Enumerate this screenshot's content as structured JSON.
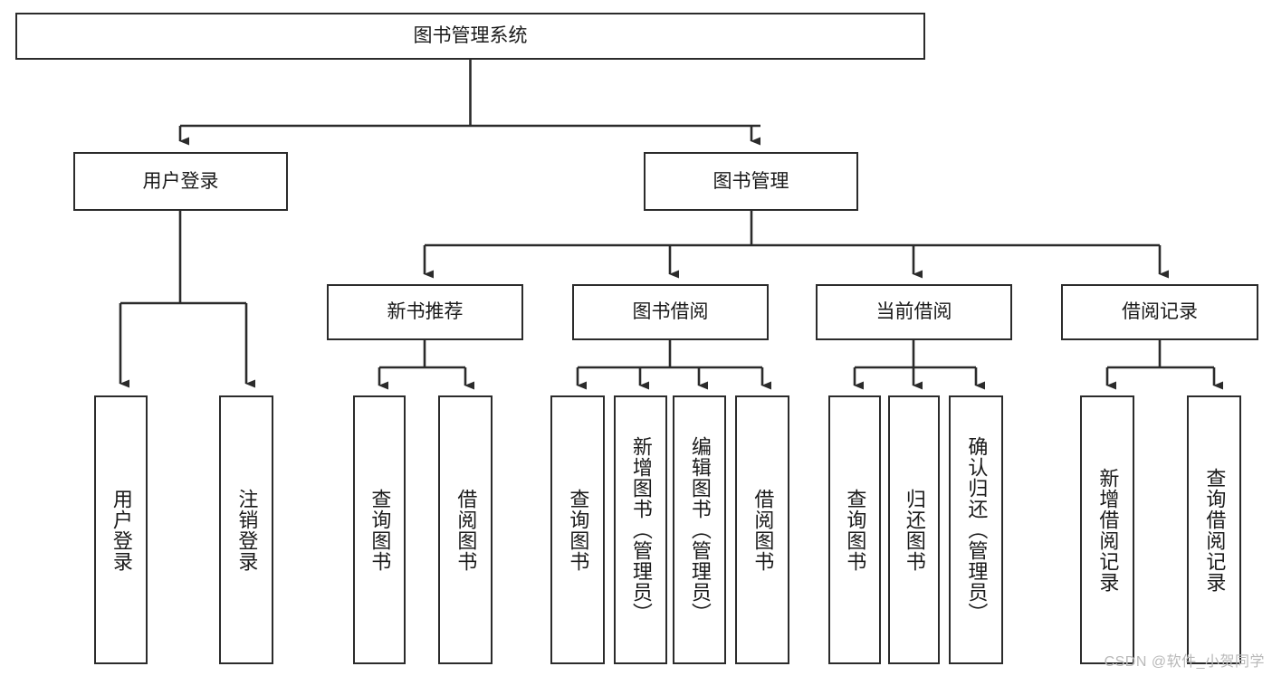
{
  "diagram": {
    "type": "tree-hierarchy",
    "title": "图书管理系统",
    "watermark": "CSDN @软件_小贺同学",
    "colors": {
      "box_border": "#2b2b2b",
      "box_fill": "#ffffff",
      "edge": "#2b2b2b",
      "text": "#1a1a1a",
      "watermark": "#b9b9b9",
      "background": "#ffffff"
    },
    "nodes": {
      "root": {
        "label": "图书管理系统"
      },
      "level2": [
        {
          "id": "user-login",
          "label": "用户登录"
        },
        {
          "id": "book-manage",
          "label": "图书管理"
        }
      ],
      "level3": [
        {
          "id": "new-book-rec",
          "label": "新书推荐"
        },
        {
          "id": "book-borrow",
          "label": "图书借阅"
        },
        {
          "id": "current-borrow",
          "label": "当前借阅"
        },
        {
          "id": "borrow-record",
          "label": "借阅记录"
        }
      ],
      "leaves": {
        "user-login": [
          {
            "id": "leaf-user-login",
            "label": "用户登录"
          },
          {
            "id": "leaf-user-logout",
            "label": "注销登录"
          }
        ],
        "new-book-rec": [
          {
            "id": "leaf-query-book-1",
            "label": "查询图书"
          },
          {
            "id": "leaf-borrow-book-1",
            "label": "借阅图书"
          }
        ],
        "book-borrow": [
          {
            "id": "leaf-query-book-2",
            "label": "查询图书"
          },
          {
            "id": "leaf-add-book",
            "label": "新增图书（管理员）"
          },
          {
            "id": "leaf-edit-book",
            "label": "编辑图书（管理员）"
          },
          {
            "id": "leaf-borrow-book-2",
            "label": "借阅图书"
          }
        ],
        "current-borrow": [
          {
            "id": "leaf-query-book-3",
            "label": "查询图书"
          },
          {
            "id": "leaf-return-book",
            "label": "归还图书"
          },
          {
            "id": "leaf-confirm-return",
            "label": "确认归还（管理员）"
          }
        ],
        "borrow-record": [
          {
            "id": "leaf-add-record",
            "label": "新增借阅记录"
          },
          {
            "id": "leaf-query-record",
            "label": "查询借阅记录"
          }
        ]
      }
    }
  }
}
